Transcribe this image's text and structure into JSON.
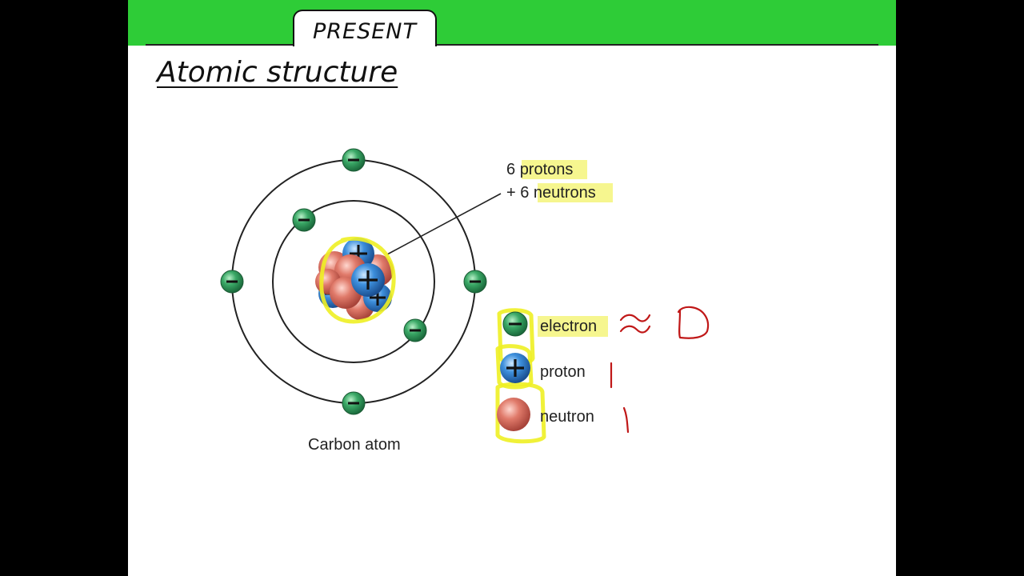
{
  "header": {
    "tab_label": "PRESENT",
    "banner_color": "#2ecc37"
  },
  "slide": {
    "title": "Atomic structure"
  },
  "diagram": {
    "caption": "Carbon atom",
    "nucleus_label_line1_number": "6",
    "nucleus_label_line1_word": "protons",
    "nucleus_label_line2_prefix": "+ 6",
    "nucleus_label_line2_word": "neutrons",
    "legend": [
      {
        "particle": "electron",
        "label": "electron",
        "symbol": "−",
        "color": "#2e9a5a"
      },
      {
        "particle": "proton",
        "label": "proton",
        "symbol": "+",
        "color": "#2e78c8"
      },
      {
        "particle": "neutron",
        "label": "neutron",
        "symbol": "",
        "color": "#d96a5a"
      }
    ]
  },
  "annotations": {
    "electron_mass": "≈ 0",
    "proton_mass": "1",
    "neutron_mass": "1",
    "ink_color": "#c01818",
    "highlight_color": "#f3f36a"
  }
}
